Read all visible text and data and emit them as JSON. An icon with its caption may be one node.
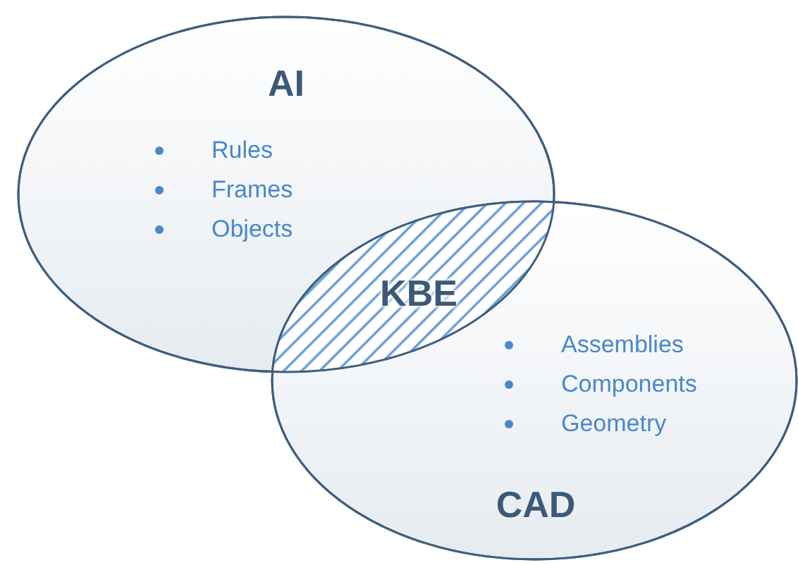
{
  "diagram": {
    "nodes": [
      {
        "text": [
          "AI",
          "Rules",
          "Frames",
          "Objects"
        ]
      },
      {
        "text": [
          "KBE"
        ]
      },
      {
        "text": [
          "Assemblies",
          "Components",
          "Geometry",
          "CAD"
        ]
      }
    ]
  }
}
